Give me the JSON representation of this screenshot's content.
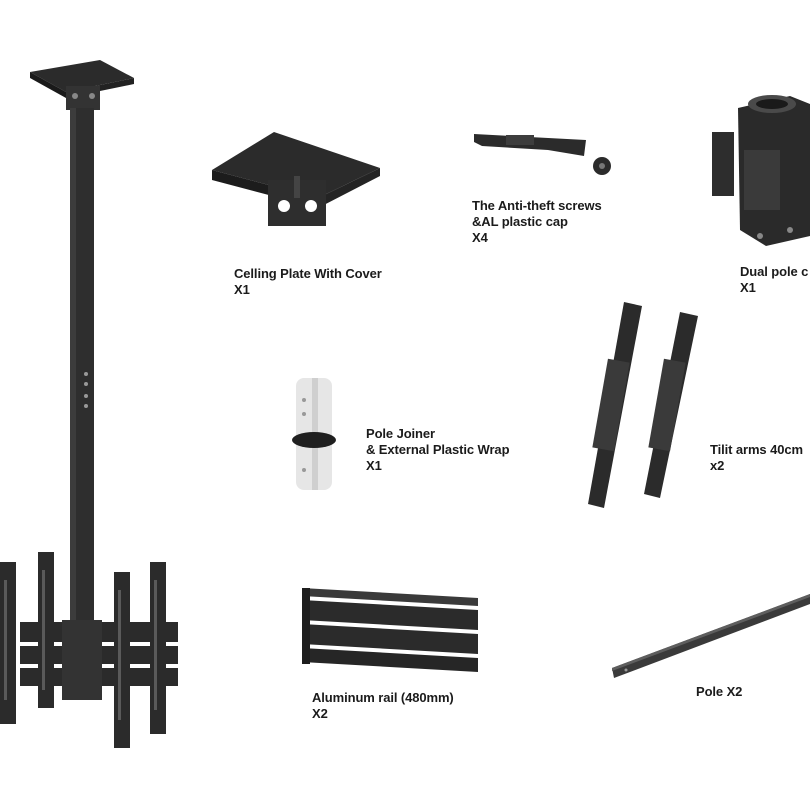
{
  "parts": {
    "ceiling_plate": {
      "name": "Celling Plate With Cover",
      "qty": "X1"
    },
    "anti_theft": {
      "name_line1": "The Anti-theft screws",
      "name_line2": "&AL plastic cap",
      "qty": "X4"
    },
    "dual_pole": {
      "name": "Dual pole c",
      "qty": "X1"
    },
    "pole_joiner": {
      "name_line1": "Pole Joiner",
      "name_line2": "& External Plastic Wrap",
      "qty": "X1"
    },
    "tilt_arms": {
      "name": "Tilit arms 40cm",
      "qty": "x2"
    },
    "aluminum_rail": {
      "name": "Aluminum rail (480mm)",
      "qty": "X2"
    },
    "pole": {
      "name": "Pole X2"
    }
  },
  "colors": {
    "metal": "#2b2b2b",
    "metal_light": "#4a4a4a",
    "joiner": "#e6e6e6",
    "text": "#1b1b1b"
  }
}
